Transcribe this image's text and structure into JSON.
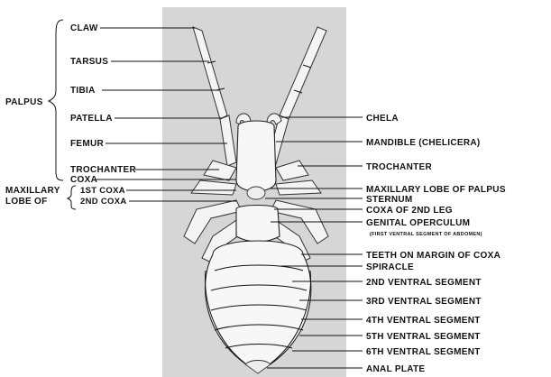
{
  "colors": {
    "background_panel": "#d6d6d6",
    "ink": "#111111",
    "specimen": "#f5f5f5"
  },
  "labels_left": {
    "claw": "CLAW",
    "tarsus": "TARSUS",
    "tibia": "TIBIA",
    "palpus": "PALPUS",
    "patella": "PATELLA",
    "femur": "FEMUR",
    "trochanter": "TROCHANTER",
    "coxa": "COXA",
    "maxillary": "MAXILLARY",
    "lobe_of": "LOBE OF",
    "first_coxa": "1ST COXA",
    "second_coxa": "2ND COXA"
  },
  "labels_right": {
    "chela": "CHELA",
    "mandible": "MANDIBLE (CHELICERA)",
    "trochanter": "TROCHANTER",
    "maxillary_lobe": "MAXILLARY LOBE OF PALPUS",
    "sternum": "STERNUM",
    "coxa_2nd_leg": "COXA OF 2ND LEG",
    "genital_operculum": "GENITAL OPERCULUM",
    "genital_note": "(FIRST VENTRAL SEGMENT OF ABDOMEN)",
    "teeth": "TEETH ON MARGIN OF COXA",
    "spiracle": "SPIRACLE",
    "v2": "2ND VENTRAL SEGMENT",
    "v3": "3RD VENTRAL SEGMENT",
    "v4": "4TH VENTRAL SEGMENT",
    "v5": "5TH VENTRAL SEGMENT",
    "v6": "6TH VENTRAL SEGMENT",
    "anal_plate": "ANAL PLATE"
  }
}
